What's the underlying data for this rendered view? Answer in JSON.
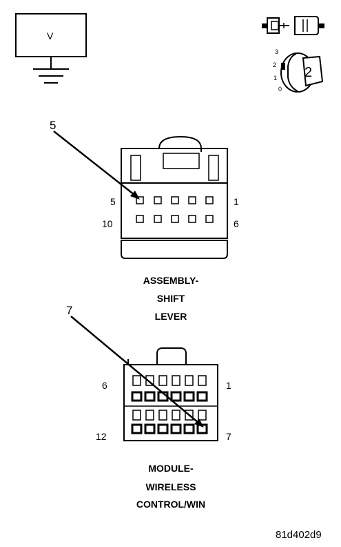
{
  "meter": {
    "label": "V"
  },
  "legend": {
    "ignition_number": "2",
    "ignition_positions": [
      "3",
      "2",
      "1",
      "0"
    ]
  },
  "connector_a": {
    "callout": "5",
    "pin_top_left": "5",
    "pin_top_right": "1",
    "pin_bottom_left": "10",
    "pin_bottom_right": "6",
    "caption_lines": [
      "ASSEMBLY-",
      "SHIFT",
      "LEVER"
    ]
  },
  "connector_b": {
    "callout": "7",
    "pin_top_left": "6",
    "pin_top_right": "1",
    "pin_bottom_left": "12",
    "pin_bottom_right": "7",
    "caption_lines": [
      "MODULE-",
      "WIRELESS",
      "CONTROL/WIN"
    ]
  },
  "figure_id": "81d402d9"
}
